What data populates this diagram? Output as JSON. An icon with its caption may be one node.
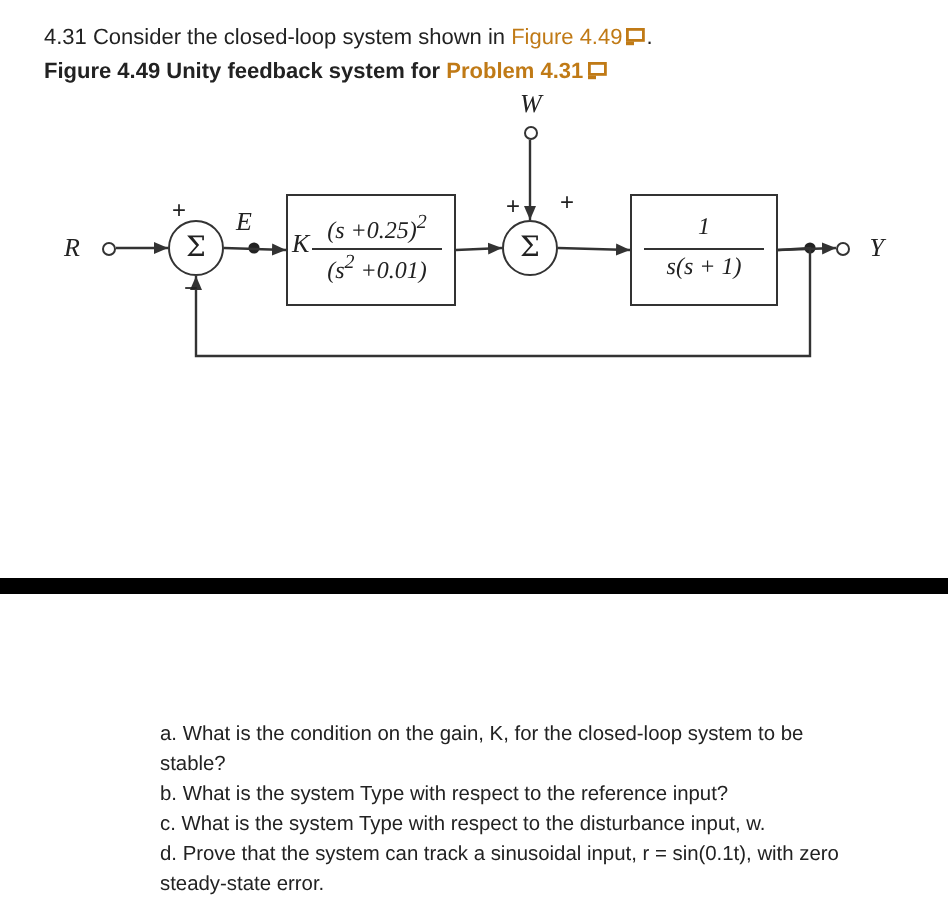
{
  "diagram": {
    "nodes": [
      {
        "text": [
          "R"
        ]
      },
      {
        "text": [
          "Σ"
        ]
      },
      {
        "text": [
          "K",
          "(s +0.25)$^{2}$",
          "(s$^{2}$ +0.01)"
        ]
      },
      {
        "text": [
          "W"
        ]
      },
      {
        "text": [
          "Σ"
        ]
      },
      {
        "text": [
          "1",
          "s(s + 1)"
        ]
      },
      {
        "text": [
          "Y"
        ]
      }
    ],
    "edges": [
      {
        "from": 0,
        "to": 1,
        "arrow": "to"
      },
      {
        "from": 1,
        "to": 2,
        "arrow": "to",
        "label": "E"
      },
      {
        "from": 2,
        "to": 4,
        "arrow": "to"
      },
      {
        "from": 3,
        "to": 4,
        "arrow": "to"
      },
      {
        "from": 4,
        "to": 5,
        "arrow": "to"
      },
      {
        "from": 5,
        "to": 6,
        "arrow": "to"
      },
      {
        "from": 5,
        "to": 1,
        "arrow": "to"
      }
    ],
    "labels": [
      "4.31 Consider the closed-loop system shown in",
      "Figure 4.49",
      ".",
      "Figure 4.49 Unity feedback system for",
      "Problem 4.31",
      "+",
      "−",
      "+",
      "+",
      "a. What is the condition on the gain, K, for the closed-loop system to be stable?",
      "b. What is the system Type with respect to the reference input?",
      "c. What is the system Type with respect to the disturbance input, w.",
      "d. Prove that the system can track a sinusoidal input, r = sin(0.1t), with zero steady-state error."
    ]
  }
}
